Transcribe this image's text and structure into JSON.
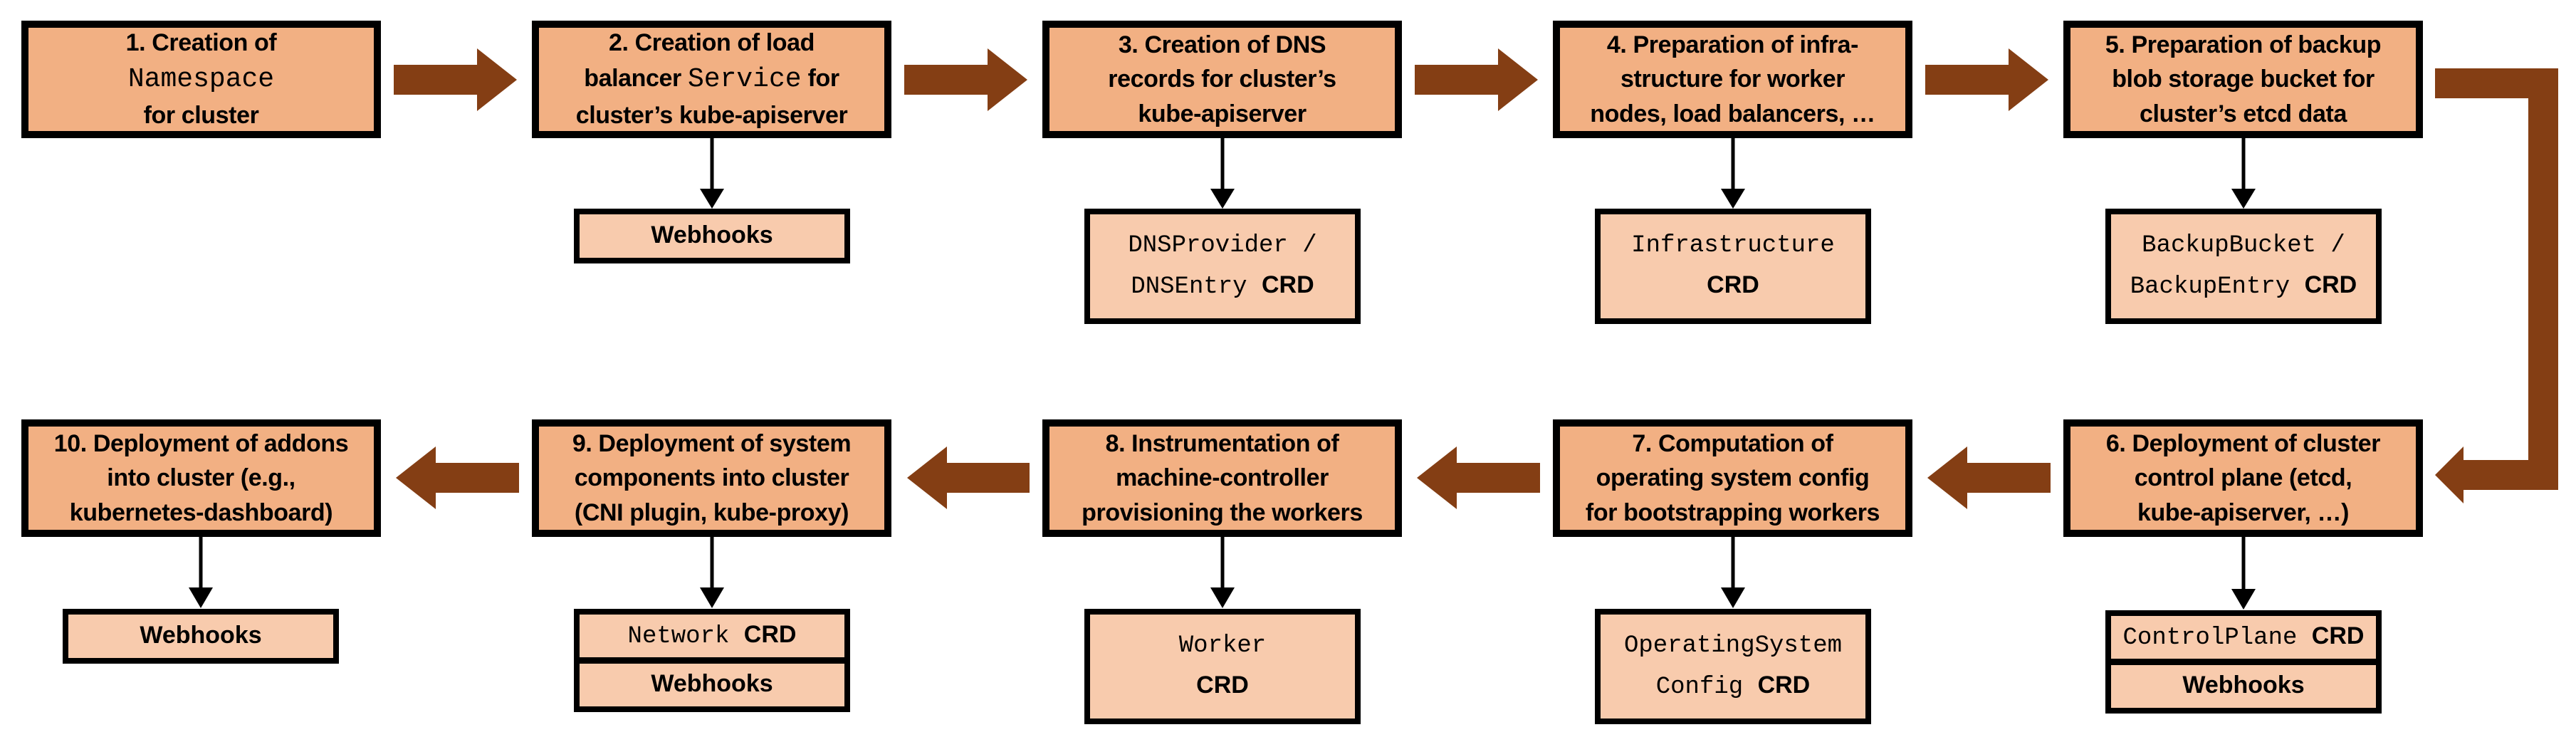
{
  "colors": {
    "step_box_fill": "#F2B083",
    "crd_box_fill": "#F8CBAD",
    "box_border": "#000000",
    "flow_arrow": "#843E14",
    "connector_arrow": "#000000"
  },
  "steps": [
    {
      "number": "1",
      "title": [
        {
          "t": "1. Creation of\n",
          "f": "sans"
        },
        {
          "t": "Namespace",
          "f": "mono"
        },
        {
          "t": "\nfor cluster",
          "f": "sans"
        }
      ],
      "subs": []
    },
    {
      "number": "2",
      "title": [
        {
          "t": "2. Creation of load\nbalancer ",
          "f": "sans"
        },
        {
          "t": "Service",
          "f": "mono"
        },
        {
          "t": " for\ncluster’s kube-apiserver",
          "f": "sans"
        }
      ],
      "subs": [
        [
          {
            "t": "Webhooks",
            "f": "bold"
          }
        ]
      ]
    },
    {
      "number": "3",
      "title": [
        {
          "t": "3. Creation of DNS\nrecords for cluster’s\nkube-apiserver",
          "f": "sans"
        }
      ],
      "subs": [
        [
          {
            "t": "DNSProvider /\nDNSEntry ",
            "f": "mono"
          },
          {
            "t": "CRD",
            "f": "bold"
          }
        ]
      ]
    },
    {
      "number": "4",
      "title": [
        {
          "t": "4. Preparation of infra-\nstructure for worker\nnodes, load balancers, …",
          "f": "sans"
        }
      ],
      "subs": [
        [
          {
            "t": "Infrastructure\n",
            "f": "mono"
          },
          {
            "t": "CRD",
            "f": "bold"
          }
        ]
      ]
    },
    {
      "number": "5",
      "title": [
        {
          "t": "5. Preparation of backup\nblob storage bucket for\ncluster’s etcd data",
          "f": "sans"
        }
      ],
      "subs": [
        [
          {
            "t": "BackupBucket /\nBackupEntry ",
            "f": "mono"
          },
          {
            "t": "CRD",
            "f": "bold"
          }
        ]
      ]
    },
    {
      "number": "6",
      "title": [
        {
          "t": "6. Deployment of cluster\ncontrol plane (etcd,\nkube-apiserver, …)",
          "f": "sans"
        }
      ],
      "subs": [
        [
          {
            "t": "ControlPlane ",
            "f": "mono"
          },
          {
            "t": "CRD",
            "f": "bold"
          }
        ],
        [
          {
            "t": "Webhooks",
            "f": "bold"
          }
        ]
      ]
    },
    {
      "number": "7",
      "title": [
        {
          "t": "7. Computation of\noperating system config\nfor bootstrapping workers",
          "f": "sans"
        }
      ],
      "subs": [
        [
          {
            "t": "OperatingSystem\nConfig ",
            "f": "mono"
          },
          {
            "t": "CRD",
            "f": "bold"
          }
        ]
      ]
    },
    {
      "number": "8",
      "title": [
        {
          "t": "8. Instrumentation of\nmachine-controller\nprovisioning the workers",
          "f": "sans"
        }
      ],
      "subs": [
        [
          {
            "t": "Worker\n",
            "f": "mono"
          },
          {
            "t": "CRD",
            "f": "bold"
          }
        ]
      ]
    },
    {
      "number": "9",
      "title": [
        {
          "t": "9. Deployment of system\ncomponents into cluster\n(CNI plugin, kube-proxy)",
          "f": "sans"
        }
      ],
      "subs": [
        [
          {
            "t": "Network ",
            "f": "mono"
          },
          {
            "t": "CRD",
            "f": "bold"
          }
        ],
        [
          {
            "t": "Webhooks",
            "f": "bold"
          }
        ]
      ]
    },
    {
      "number": "10",
      "title": [
        {
          "t": "10. Deployment of addons\ninto cluster (e.g.,\nkubernetes-dashboard)",
          "f": "sans"
        }
      ],
      "subs": [
        [
          {
            "t": "Webhooks",
            "f": "bold"
          }
        ]
      ]
    }
  ]
}
